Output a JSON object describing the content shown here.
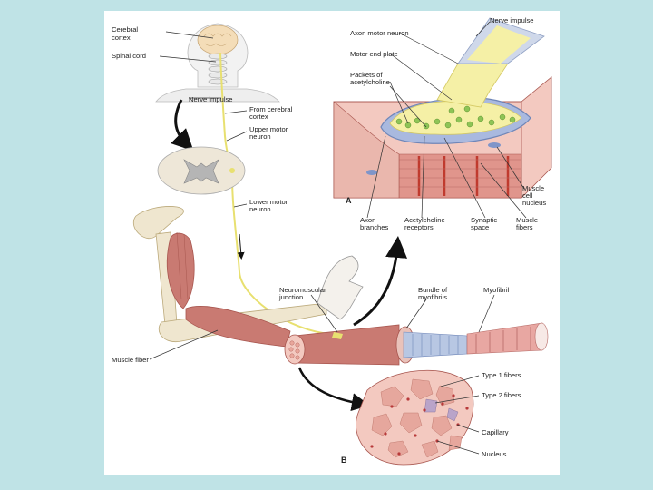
{
  "labels": {
    "cerebral_cortex": [
      "Cerebral",
      "cortex"
    ],
    "spinal_cord": "Spinal cord",
    "nerve_impulse_left": "Nerve impulse",
    "from_cerebral_cortex": [
      "From cerebral",
      "cortex"
    ],
    "upper_motor_neuron": [
      "Upper motor",
      "neuron"
    ],
    "lower_motor_neuron": [
      "Lower motor",
      "neuron"
    ],
    "neuromuscular_junction": [
      "Neuromuscular",
      "junction"
    ],
    "muscle_fiber": "Muscle fiber",
    "bundle_of_myofibrils": [
      "Bundle of",
      "myofibrils"
    ],
    "myofibril": "Myofibril",
    "axon_motor_neuron": "Axon motor neuron",
    "nerve_impulse_right": "Nerve impulse",
    "motor_end_plate": "Motor end plate",
    "packets_of_acetylcholine": [
      "Packets of",
      "acetylcholine"
    ],
    "muscle_cell_nucleus": [
      "Muscle",
      "cell",
      "nucleus"
    ],
    "axon_branches": [
      "Axon",
      "branches"
    ],
    "acetylcholine_receptors": [
      "Acetylcholine",
      "receptors"
    ],
    "synaptic_space": [
      "Synaptic",
      "space"
    ],
    "muscle_fibers": [
      "Muscle",
      "fibers"
    ],
    "panel_a": "A",
    "panel_b": "B",
    "type1_fibers": "Type 1 fibers",
    "type2_fibers": "Type 2 fibers",
    "capillary": "Capillary",
    "nucleus": "Nucleus"
  },
  "colors": {
    "background": "#bfe3e6",
    "nerve": "#e8e070",
    "muscle": "#c97a72",
    "muscle_dark": "#a8564f",
    "tissue": "#f3c9c0",
    "bone": "#efe6cf",
    "vesicle": "#8ec456"
  }
}
